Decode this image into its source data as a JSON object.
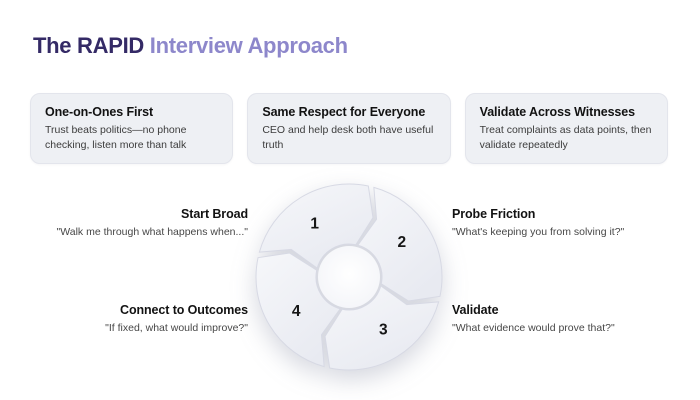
{
  "title": {
    "prefix": "The RAPID",
    "suffix": " Interview Approach"
  },
  "principles": [
    {
      "title": "One-on-Ones First",
      "description": "Trust beats politics—no phone checking, listen more than talk"
    },
    {
      "title": "Same Respect for Everyone",
      "description": "CEO and help desk both have useful truth"
    },
    {
      "title": "Validate Across Witnesses",
      "description": "Treat complaints as data points, then validate repeatedly"
    }
  ],
  "cycle": {
    "direction": "clockwise",
    "steps": [
      {
        "number": "1",
        "title": "Start Broad",
        "quote": "\"Walk me through what happens when...\"",
        "position": "top-left"
      },
      {
        "number": "2",
        "title": "Probe Friction",
        "quote": "\"What's keeping you from solving it?\"",
        "position": "top-right"
      },
      {
        "number": "3",
        "title": "Validate",
        "quote": "\"What evidence would prove that?\"",
        "position": "bottom-right"
      },
      {
        "number": "4",
        "title": "Connect to Outcomes",
        "quote": "\"If fixed, what would improve?\"",
        "position": "bottom-left"
      }
    ]
  },
  "colors": {
    "title_dark": "#342a66",
    "title_light": "#8d87cb",
    "card_background": "#eef0f4",
    "card_border": "#e3e5ec",
    "segment_fill_light": "#f6f7fa",
    "segment_fill_dark": "#e8eaf1",
    "segment_stroke": "#d7d9e4",
    "text_primary": "#121212",
    "text_secondary": "#474747"
  }
}
